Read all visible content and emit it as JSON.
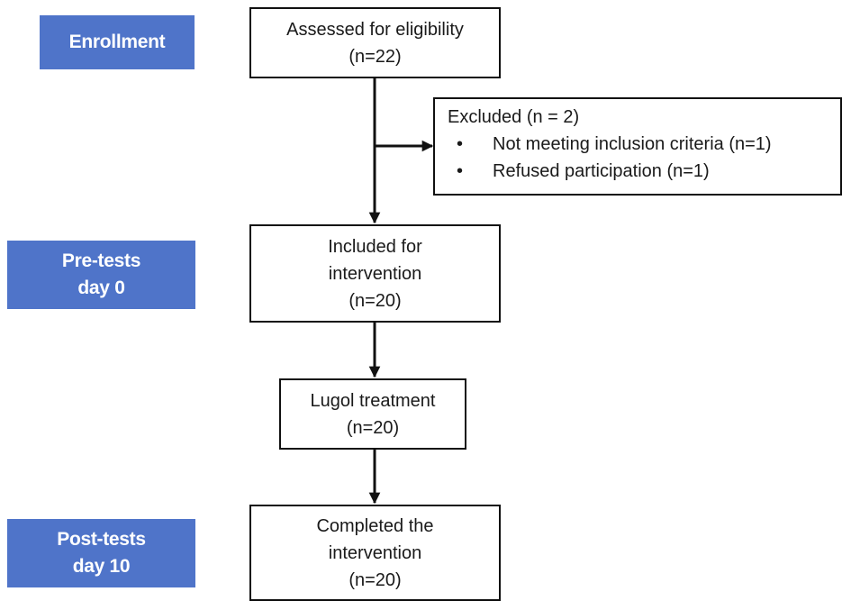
{
  "stages": {
    "enrollment": {
      "line1": "Enrollment"
    },
    "pretests": {
      "line1": "Pre-tests",
      "line2": "day 0"
    },
    "posttests": {
      "line1": "Post-tests",
      "line2": "day 10"
    }
  },
  "boxes": {
    "assessed": {
      "line1": "Assessed for eligibility",
      "line2": "(n=22)"
    },
    "excluded": {
      "title": "Excluded (n = 2)",
      "bullet": "•",
      "items": [
        "Not meeting inclusion criteria (n=1)",
        "Refused participation (n=1)"
      ]
    },
    "included": {
      "line1": "Included for",
      "line2": "intervention",
      "line3": "(n=20)"
    },
    "treatment": {
      "line1": "Lugol treatment",
      "line2": "(n=20)"
    },
    "completed": {
      "line1": "Completed the",
      "line2": "intervention",
      "line3": "(n=20)"
    }
  },
  "colors": {
    "stage_fill": "#4f74c9",
    "stage_text": "#ffffff",
    "line": "#111111"
  }
}
